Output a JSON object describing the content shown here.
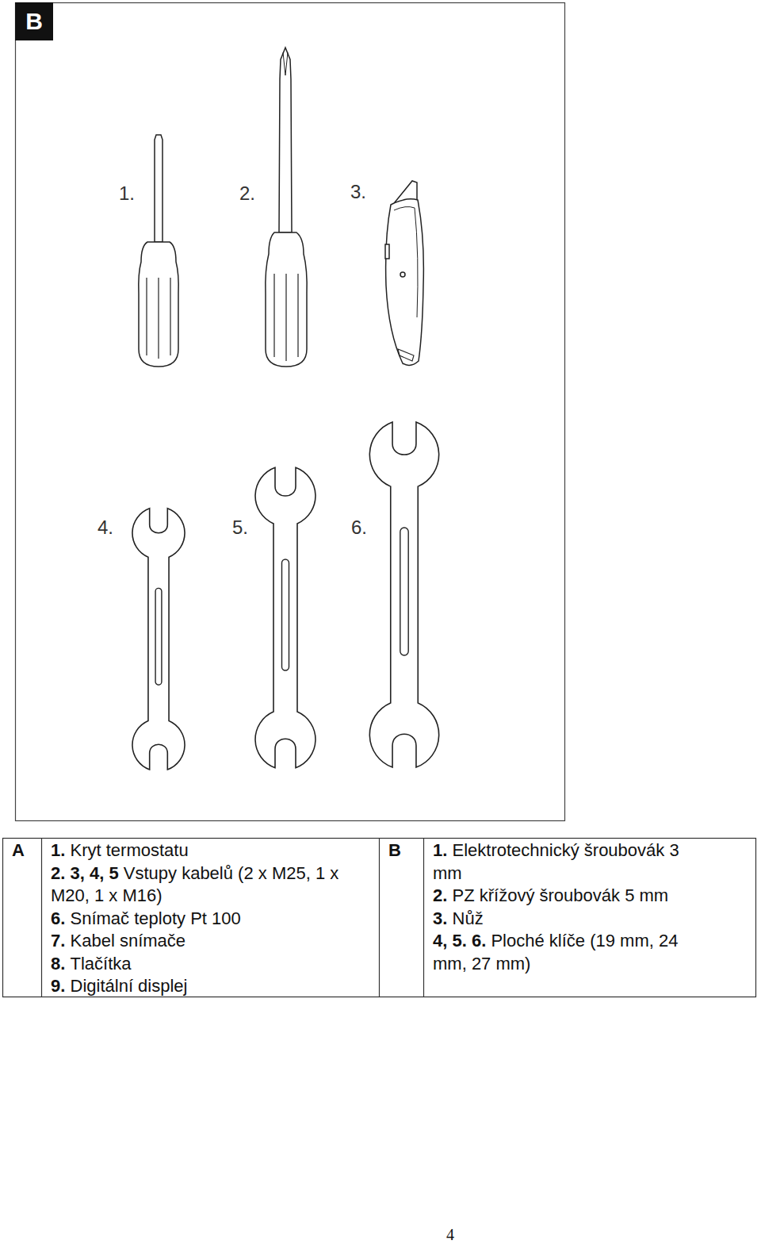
{
  "diagram": {
    "nodes": [
      {
        "text": [
          "B"
        ]
      }
    ],
    "labels": [
      "1.",
      "2.",
      "3.",
      "4.",
      "5.",
      "6.",
      "A",
      "1.",
      "Kryt termostatu",
      "2. 3, 4, 5",
      "Vstupy kabelů (2 x M25, 1 x M20, 1 x M16)",
      "6.",
      "Snímač teploty Pt 100",
      "7.",
      "Kabel snímače",
      "8.",
      "Tlačítka",
      "9.",
      "Digitální displej",
      "B",
      "1.",
      "Elektrotechnický šroubovák 3 mm",
      "2.",
      "PZ křížový šroubovák 5 mm",
      "3.",
      "Nůž",
      "4, 5. 6.",
      "Ploché klíče (19 mm, 24 mm, 27 mm)",
      "4"
    ]
  }
}
